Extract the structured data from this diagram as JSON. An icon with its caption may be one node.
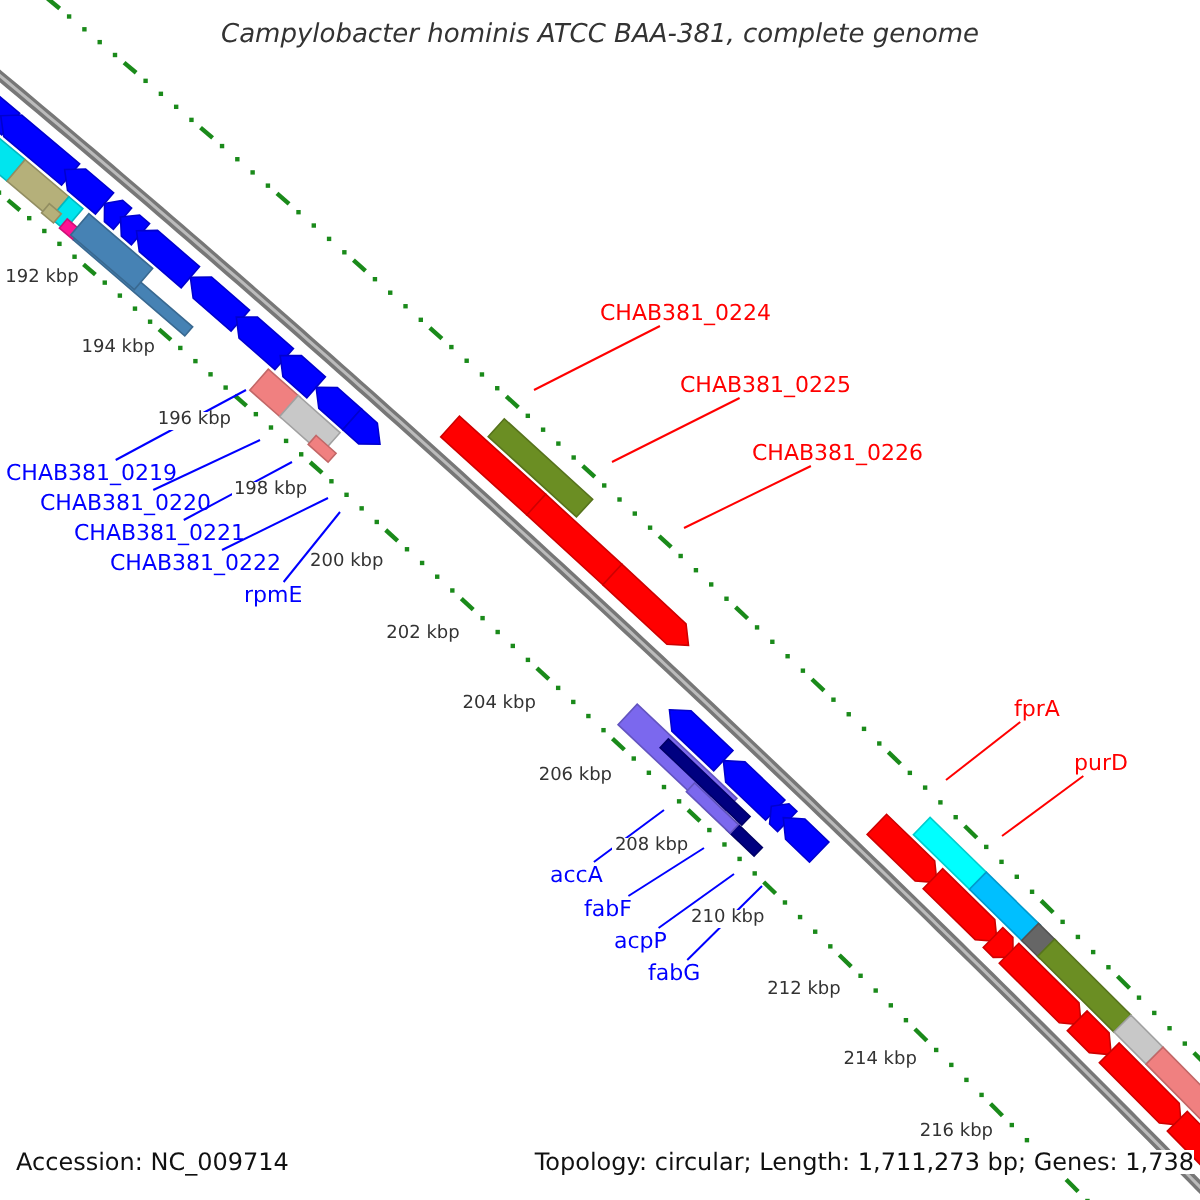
{
  "diagram": {
    "title": "Campylobacter hominis ATCC BAA-381, complete genome",
    "nodes": [
      {
        "text": [
          "CHAB381_0224"
        ]
      },
      {
        "text": [
          "CHAB381_0225"
        ]
      },
      {
        "text": [
          "CHAB381_0226"
        ]
      },
      {
        "text": [
          "CHAB381_0219"
        ]
      },
      {
        "text": [
          "CHAB381_0220"
        ]
      },
      {
        "text": [
          "CHAB381_0221"
        ]
      },
      {
        "text": [
          "CHAB381_0222"
        ]
      },
      {
        "text": [
          "rpmE"
        ]
      },
      {
        "text": [
          "fprA"
        ]
      },
      {
        "text": [
          "purD"
        ]
      },
      {
        "text": [
          "accA"
        ]
      },
      {
        "text": [
          "fabF"
        ]
      },
      {
        "text": [
          "acpP"
        ]
      },
      {
        "text": [
          "fabG"
        ]
      }
    ],
    "edges": [
      {
        "from": 0,
        "to": null,
        "arrow": "none",
        "color": "#ff0000"
      },
      {
        "from": 1,
        "to": null,
        "arrow": "none",
        "color": "#ff0000"
      },
      {
        "from": 2,
        "to": null,
        "arrow": "none",
        "color": "#ff0000"
      },
      {
        "from": 3,
        "to": null,
        "arrow": "none"
      },
      {
        "from": 4,
        "to": null,
        "arrow": "none"
      },
      {
        "from": 5,
        "to": null,
        "arrow": "none"
      },
      {
        "from": 6,
        "to": null,
        "arrow": "none"
      },
      {
        "from": 7,
        "to": null,
        "arrow": "none"
      },
      {
        "from": 8,
        "to": null,
        "arrow": "none",
        "color": "#ff0000"
      },
      {
        "from": 9,
        "to": null,
        "arrow": "none",
        "color": "#ff0000"
      },
      {
        "from": 10,
        "to": null,
        "arrow": "none"
      },
      {
        "from": 11,
        "to": null,
        "arrow": "none"
      },
      {
        "from": 12,
        "to": null,
        "arrow": "none"
      },
      {
        "from": 13,
        "to": null,
        "arrow": "none"
      }
    ],
    "labels": [
      "192 kbp",
      "194 kbp",
      "196 kbp",
      "198 kbp",
      "200 kbp",
      "202 kbp",
      "204 kbp",
      "206 kbp",
      "208 kbp",
      "210 kbp",
      "212 kbp",
      "214 kbp",
      "216 kbp",
      "Accession: NC_009714",
      "Topology: circular; Length: 1,711,273 bp; Genes: 1,738"
    ]
  }
}
